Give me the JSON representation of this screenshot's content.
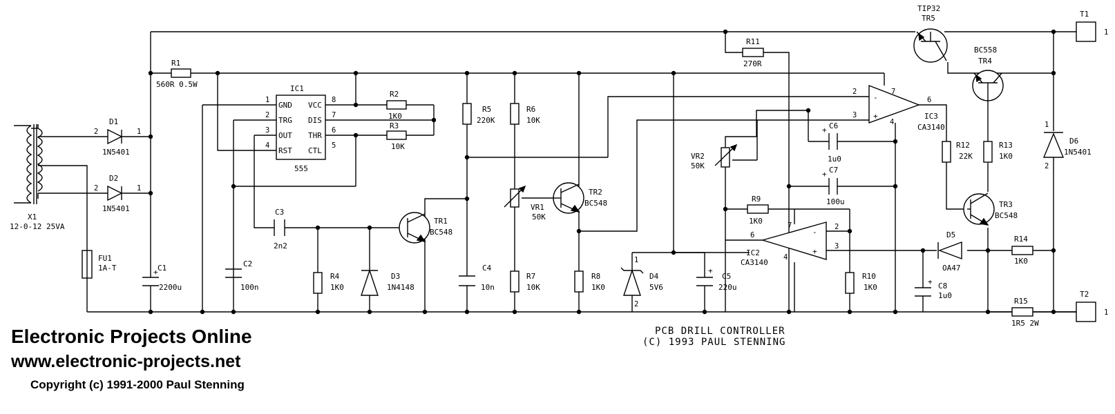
{
  "schematic": {
    "title": "PCB DRILL CONTROLLER",
    "subtitle": "(C) 1993 PAUL STENNING",
    "terminals": {
      "t1": {
        "ref": "T1",
        "pin": "1"
      },
      "t2": {
        "ref": "T2",
        "pin": "1"
      }
    },
    "components": {
      "x1": {
        "ref": "X1",
        "value": "12-0-12 25VA"
      },
      "fu1": {
        "ref": "FU1",
        "value": "1A-T"
      },
      "d1": {
        "ref": "D1",
        "value": "1N5401",
        "pin_a": "2",
        "pin_k": "1"
      },
      "d2": {
        "ref": "D2",
        "value": "1N5401",
        "pin_a": "2",
        "pin_k": "1"
      },
      "c1": {
        "ref": "C1",
        "value": "2200u"
      },
      "r1": {
        "ref": "R1",
        "value": "560R 0.5W"
      },
      "c2": {
        "ref": "C2",
        "value": "100n"
      },
      "ic1": {
        "ref": "IC1",
        "type": "555",
        "left_pins": [
          {
            "num": "1",
            "name": "GND"
          },
          {
            "num": "2",
            "name": "TRG"
          },
          {
            "num": "3",
            "name": "OUT"
          },
          {
            "num": "4",
            "name": "RST"
          }
        ],
        "right_pins": [
          {
            "num": "8",
            "name": "VCC"
          },
          {
            "num": "7",
            "name": "DIS"
          },
          {
            "num": "6",
            "name": "THR"
          },
          {
            "num": "5",
            "name": "CTL"
          }
        ]
      },
      "r2": {
        "ref": "R2",
        "value": "1K0"
      },
      "r3": {
        "ref": "R3",
        "value": "10K"
      },
      "c3": {
        "ref": "C3",
        "value": "2n2"
      },
      "r4": {
        "ref": "R4",
        "value": "1K0"
      },
      "d3": {
        "ref": "D3",
        "value": "1N4148"
      },
      "tr1": {
        "ref": "TR1",
        "value": "BC548"
      },
      "c4": {
        "ref": "C4",
        "value": "10n"
      },
      "r5": {
        "ref": "R5",
        "value": "220K"
      },
      "r6": {
        "ref": "R6",
        "value": "10K"
      },
      "vr1": {
        "ref": "VR1",
        "value": "50K"
      },
      "r7": {
        "ref": "R7",
        "value": "10K"
      },
      "tr2": {
        "ref": "TR2",
        "value": "BC548"
      },
      "r8": {
        "ref": "R8",
        "value": "1K0"
      },
      "d4": {
        "ref": "D4",
        "value": "5V6",
        "pin_top": "1",
        "pin_bottom": "2"
      },
      "c5": {
        "ref": "C5",
        "value": "220u"
      },
      "r11": {
        "ref": "R11",
        "value": "270R"
      },
      "vr2": {
        "ref": "VR2",
        "value": "50K"
      },
      "c6": {
        "ref": "C6",
        "value": "1u0"
      },
      "c7": {
        "ref": "C7",
        "value": "100u"
      },
      "r9": {
        "ref": "R9",
        "value": "1K0"
      },
      "ic3": {
        "ref": "IC3",
        "value": "CA3140",
        "pin_inv": "2",
        "pin_noninv": "3",
        "pin_out": "6",
        "pin_vplus": "7",
        "pin_vminus": "4"
      },
      "ic2": {
        "ref": "IC2",
        "value": "CA3140",
        "pin_inv": "2",
        "pin_noninv": "3",
        "pin_out": "6",
        "pin_vplus": "7",
        "pin_vminus": "4"
      },
      "r10": {
        "ref": "R10",
        "value": "1K0"
      },
      "c8": {
        "ref": "C8",
        "value": "1u0"
      },
      "tr5": {
        "ref": "TR5",
        "value": "TIP32"
      },
      "tr4": {
        "ref": "TR4",
        "value": "BC558"
      },
      "r12": {
        "ref": "R12",
        "value": "22K"
      },
      "r13": {
        "ref": "R13",
        "value": "1K0"
      },
      "tr3": {
        "ref": "TR3",
        "value": "BC548"
      },
      "d5": {
        "ref": "D5",
        "value": "OA47"
      },
      "r14": {
        "ref": "R14",
        "value": "1K0"
      },
      "r15": {
        "ref": "R15",
        "value": "1R5 2W"
      },
      "d6": {
        "ref": "D6",
        "value": "1N5401",
        "pin_k": "1",
        "pin_a": "2"
      }
    },
    "symbols": {
      "plus": "+",
      "minus": "-"
    }
  },
  "credits": {
    "site_name": "Electronic Projects Online",
    "url": "www.electronic-projects.net",
    "copyright": "Copyright (c) 1991-2000 Paul Stenning"
  }
}
